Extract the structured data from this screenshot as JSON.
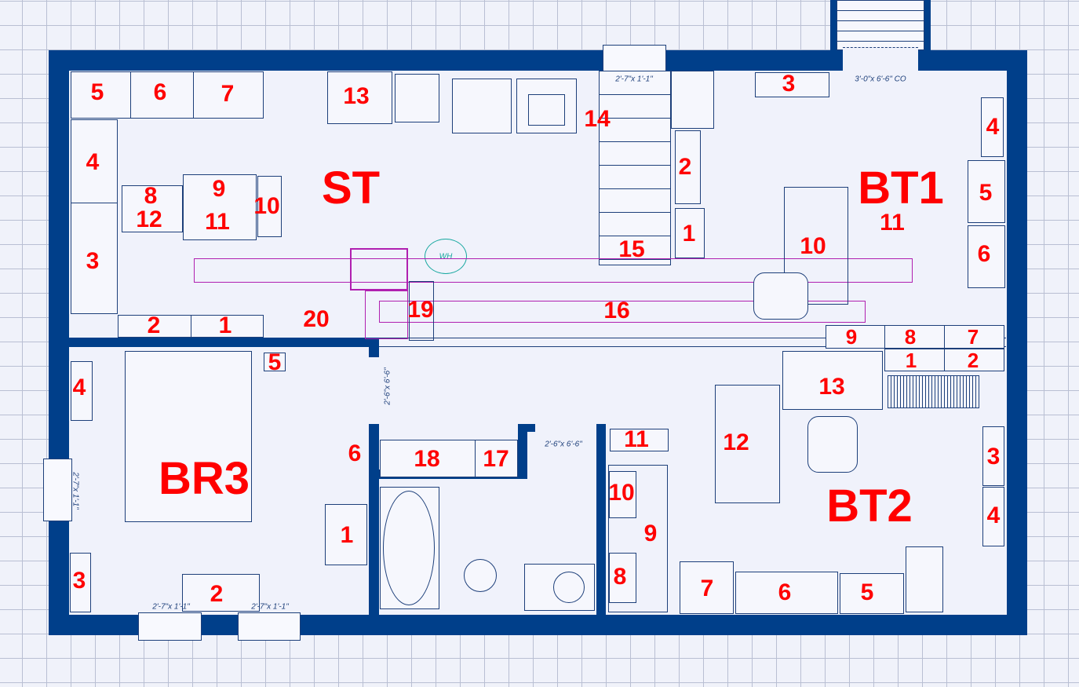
{
  "rooms": {
    "st": "ST",
    "bt1": "BT1",
    "bt2": "BT2",
    "br3": "BR3"
  },
  "st_labels": [
    "5",
    "6",
    "7",
    "4",
    "3",
    "8",
    "9",
    "10",
    "12",
    "11",
    "13",
    "14",
    "2",
    "1",
    "15",
    "16",
    "19",
    "20",
    "2",
    "1"
  ],
  "bt1_labels": [
    "11",
    "3",
    "4",
    "5",
    "6",
    "10",
    "9",
    "8",
    "7",
    "1",
    "2",
    "13"
  ],
  "bt2_labels": [
    "12",
    "11",
    "10",
    "9",
    "8",
    "7",
    "6",
    "5",
    "3",
    "4"
  ],
  "br3_labels": [
    "5",
    "4",
    "6",
    "1",
    "3",
    "2"
  ],
  "bath_labels": [
    "18",
    "17"
  ],
  "dimensions": {
    "window_top": "2'-7\"x 1'-1\"",
    "door_co": "3'-0\"x 6'-6\" CO",
    "door_br3": "2'-6\"x 6'-6\"",
    "door_bath": "2'-6\"x 6'-6\"",
    "window_left": "2'-7\"x 1'-1\"",
    "window_bottom_1": "2'-7\"x 1'-1\"",
    "window_bottom_2": "2'-7\"x 1'-1\""
  },
  "water_heater": "WH",
  "colors": {
    "wall": "#003f8a",
    "label": "#ff0000",
    "line": "#1d3f7a",
    "pipe": "#b020b0"
  }
}
